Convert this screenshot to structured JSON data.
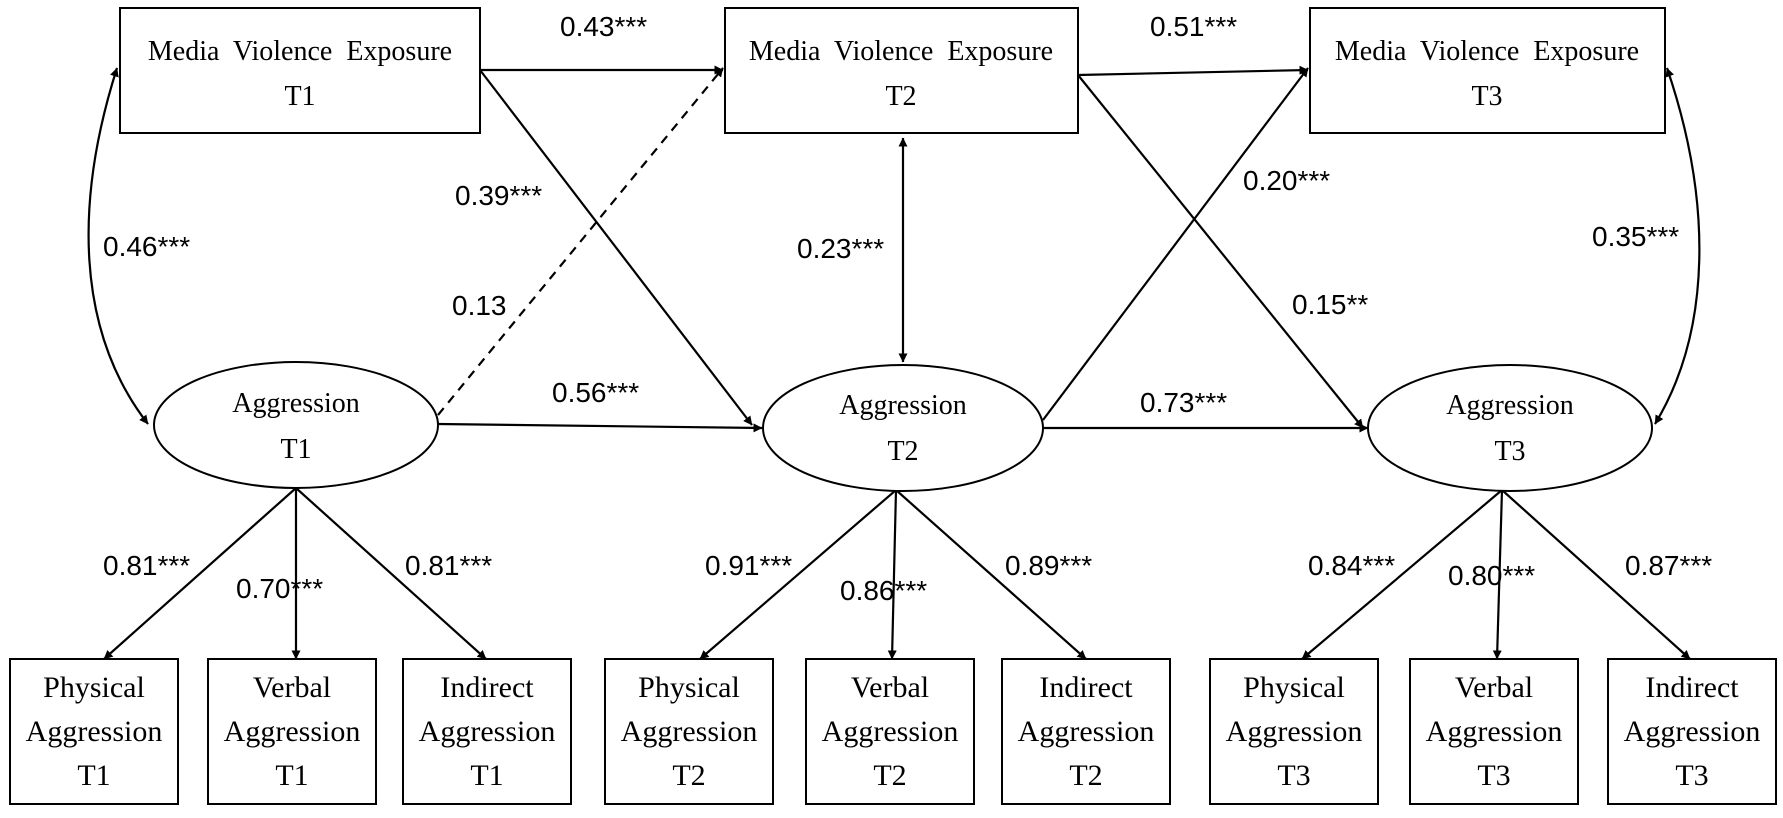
{
  "constructs": {
    "mve": [
      {
        "line1": "Media  Violence  Exposure",
        "line2": "T1"
      },
      {
        "line1": "Media  Violence  Exposure",
        "line2": "T2"
      },
      {
        "line1": "Media  Violence  Exposure",
        "line2": "T3"
      }
    ],
    "aggression": [
      {
        "line1": "Aggression",
        "line2": "T1"
      },
      {
        "line1": "Aggression",
        "line2": "T2"
      },
      {
        "line1": "Aggression",
        "line2": "T3"
      }
    ]
  },
  "indicators": [
    {
      "lines": [
        "Physical",
        "Aggression",
        "T1"
      ]
    },
    {
      "lines": [
        "Verbal",
        "Aggression",
        "T1"
      ]
    },
    {
      "lines": [
        "Indirect",
        "Aggression",
        "T1"
      ]
    },
    {
      "lines": [
        "Physical",
        "Aggression",
        "T2"
      ]
    },
    {
      "lines": [
        "Verbal",
        "Aggression",
        "T2"
      ]
    },
    {
      "lines": [
        "Indirect",
        "Aggression",
        "T2"
      ]
    },
    {
      "lines": [
        "Physical",
        "Aggression",
        "T3"
      ]
    },
    {
      "lines": [
        "Verbal",
        "Aggression",
        "T3"
      ]
    },
    {
      "lines": [
        "Indirect",
        "Aggression",
        "T3"
      ]
    }
  ],
  "coefficients": {
    "mve_t1_t2": "0.43***",
    "mve_t2_t3": "0.51***",
    "mve_t1_agg_t2": "0.39***",
    "agg_t1_mve_t2": "0.13",
    "agg_t1_t2": "0.56***",
    "agg_t2_t3": "0.73***",
    "agg_t2_mve_t3": "0.20***",
    "mve_t2_agg_t3": "0.15**",
    "cov_t1": "0.46***",
    "cov_t2": "0.23***",
    "cov_t3": "0.35***",
    "loadings": [
      "0.81***",
      "0.70***",
      "0.81***",
      "0.91***",
      "0.86***",
      "0.89***",
      "0.84***",
      "0.80***",
      "0.87***"
    ]
  }
}
